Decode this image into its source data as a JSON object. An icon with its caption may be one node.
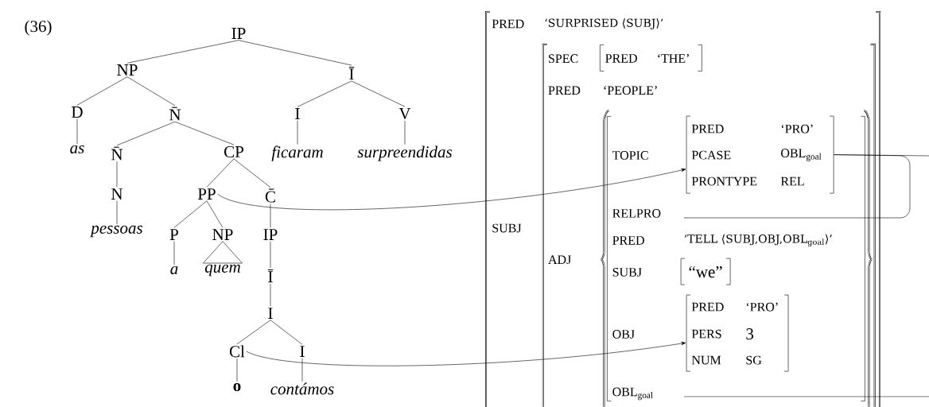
{
  "diagram": {
    "nodes": [
      {
        "text": [
          "IP"
        ]
      },
      {
        "text": [
          "NP"
        ]
      },
      {
        "text": [
          "Ī"
        ]
      },
      {
        "text": [
          "D"
        ]
      },
      {
        "text": [
          "N̄"
        ]
      },
      {
        "text": [
          "I"
        ]
      },
      {
        "text": [
          "V"
        ]
      },
      {
        "text": [
          "as"
        ]
      },
      {
        "text": [
          "N̄"
        ]
      },
      {
        "text": [
          "CP"
        ]
      },
      {
        "text": [
          "ficaram"
        ]
      },
      {
        "text": [
          "surpreendidas"
        ]
      },
      {
        "text": [
          "N"
        ]
      },
      {
        "text": [
          "PP"
        ]
      },
      {
        "text": [
          "C̄"
        ]
      },
      {
        "text": [
          "pessoas"
        ]
      },
      {
        "text": [
          "P"
        ]
      },
      {
        "text": [
          "NP"
        ]
      },
      {
        "text": [
          "IP"
        ]
      },
      {
        "text": [
          "a"
        ]
      },
      {
        "text": [
          "quem"
        ]
      },
      {
        "text": [
          "Ī"
        ]
      },
      {
        "text": [
          "I"
        ]
      },
      {
        "text": [
          "Cl"
        ]
      },
      {
        "text": [
          "I"
        ]
      },
      {
        "text": [
          "o"
        ]
      },
      {
        "text": [
          "contámos"
        ]
      },
      {
        "text": [
          "PRED",
          "‘SURPRISED ⟨SUBJ⟩’",
          "SUBJ"
        ]
      },
      {
        "text": [
          "SPEC",
          "PRED",
          "‘PEOPLE’",
          "ADJ"
        ],
        "in": 27
      },
      {
        "text": [
          "PRED",
          "‘THE’"
        ],
        "in": 28
      },
      {
        "text": [
          "TOPIC",
          "RELPRO",
          "PRED",
          "‘TELL ⟨SUBJ,OBJ,OBL$_{goal}$⟩’",
          "SUBJ",
          "OBJ",
          "OBL$_{goal}$"
        ],
        "in": 28
      },
      {
        "text": [
          "PRED",
          "‘PRO’",
          "PCASE",
          "OBL$_{goal}$",
          "PRONTYPE",
          "REL"
        ],
        "in": 30
      },
      {
        "text": [
          "“we”"
        ],
        "in": 30
      },
      {
        "text": [
          "PRED",
          "‘PRO’",
          "PERS",
          "3",
          "NUM",
          "SG"
        ],
        "in": 30
      }
    ],
    "edges": [
      {
        "from": 0,
        "to": 1,
        "arrow": "none"
      },
      {
        "from": 0,
        "to": 2,
        "arrow": "none"
      },
      {
        "from": 1,
        "to": 3,
        "arrow": "none"
      },
      {
        "from": 1,
        "to": 4,
        "arrow": "none"
      },
      {
        "from": 2,
        "to": 5,
        "arrow": "none"
      },
      {
        "from": 2,
        "to": 6,
        "arrow": "none"
      },
      {
        "from": 3,
        "to": 7,
        "arrow": "none"
      },
      {
        "from": 4,
        "to": 8,
        "arrow": "none"
      },
      {
        "from": 4,
        "to": 9,
        "arrow": "none"
      },
      {
        "from": 5,
        "to": 10,
        "arrow": "none"
      },
      {
        "from": 6,
        "to": 11,
        "arrow": "none"
      },
      {
        "from": 8,
        "to": 12,
        "arrow": "none"
      },
      {
        "from": 9,
        "to": 13,
        "arrow": "none"
      },
      {
        "from": 9,
        "to": 14,
        "arrow": "none"
      },
      {
        "from": 12,
        "to": 15,
        "arrow": "none"
      },
      {
        "from": 13,
        "to": 16,
        "arrow": "none"
      },
      {
        "from": 13,
        "to": 17,
        "arrow": "none"
      },
      {
        "from": 14,
        "to": 18,
        "arrow": "none"
      },
      {
        "from": 16,
        "to": 19,
        "arrow": "none"
      },
      {
        "from": 17,
        "to": 20,
        "arrow": "none"
      },
      {
        "from": 18,
        "to": 21,
        "arrow": "none"
      },
      {
        "from": 21,
        "to": 22,
        "arrow": "none"
      },
      {
        "from": 22,
        "to": 23,
        "arrow": "none"
      },
      {
        "from": 22,
        "to": 24,
        "arrow": "none"
      },
      {
        "from": 23,
        "to": 25,
        "arrow": "none"
      },
      {
        "from": 24,
        "to": 26,
        "arrow": "none"
      },
      {
        "from": 13,
        "to": 31,
        "arrow": "to"
      },
      {
        "from": 23,
        "to": 33,
        "arrow": "to"
      },
      {
        "from": 31,
        "to": null,
        "arrow": "none"
      },
      {
        "from": 31,
        "to": null,
        "arrow": "none"
      }
    ],
    "labels": [
      "(36)"
    ]
  }
}
